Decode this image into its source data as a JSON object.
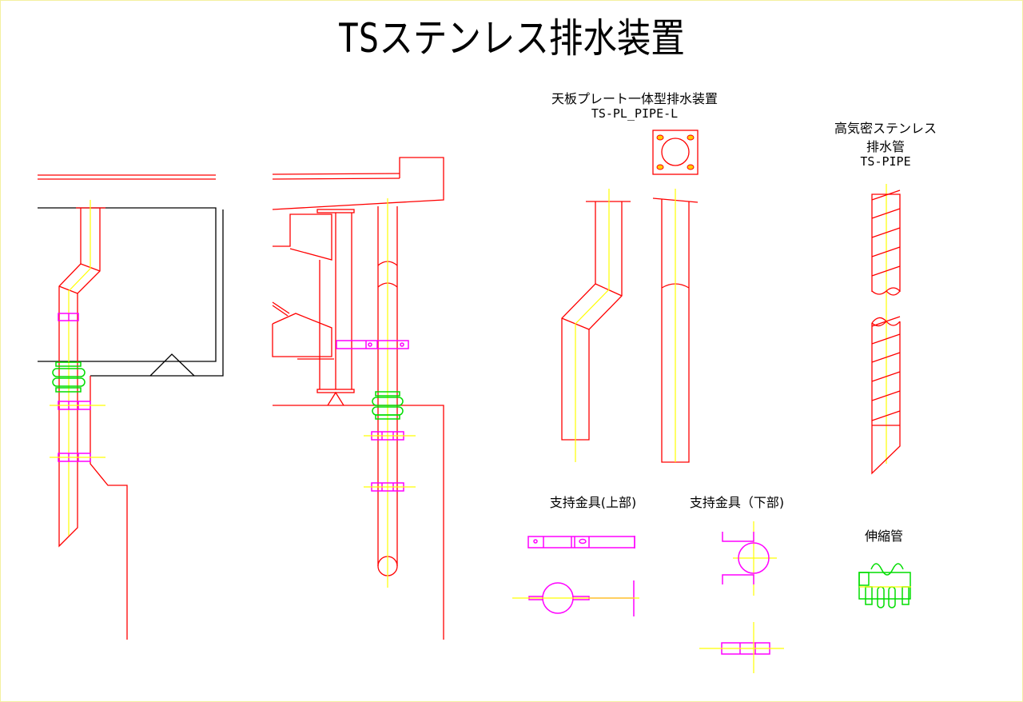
{
  "title": "TSステンレス排水装置",
  "labels": {
    "plate_type_name": "天板プレート一体型排水装置",
    "plate_type_code": "TS-PL_PIPE-L",
    "pipe_name_line1": "高気密ステンレス",
    "pipe_name_line2": "排水管",
    "pipe_code": "TS-PIPE",
    "support_upper": "支持金具(上部)",
    "support_lower": "支持金具（下部)",
    "expansion_pipe": "伸縮管"
  },
  "colors": {
    "pipe": "#ff0000",
    "centerline": "#ffff00",
    "support": "#ff00ff",
    "expansion": "#00dd00",
    "structure": "#000000"
  }
}
